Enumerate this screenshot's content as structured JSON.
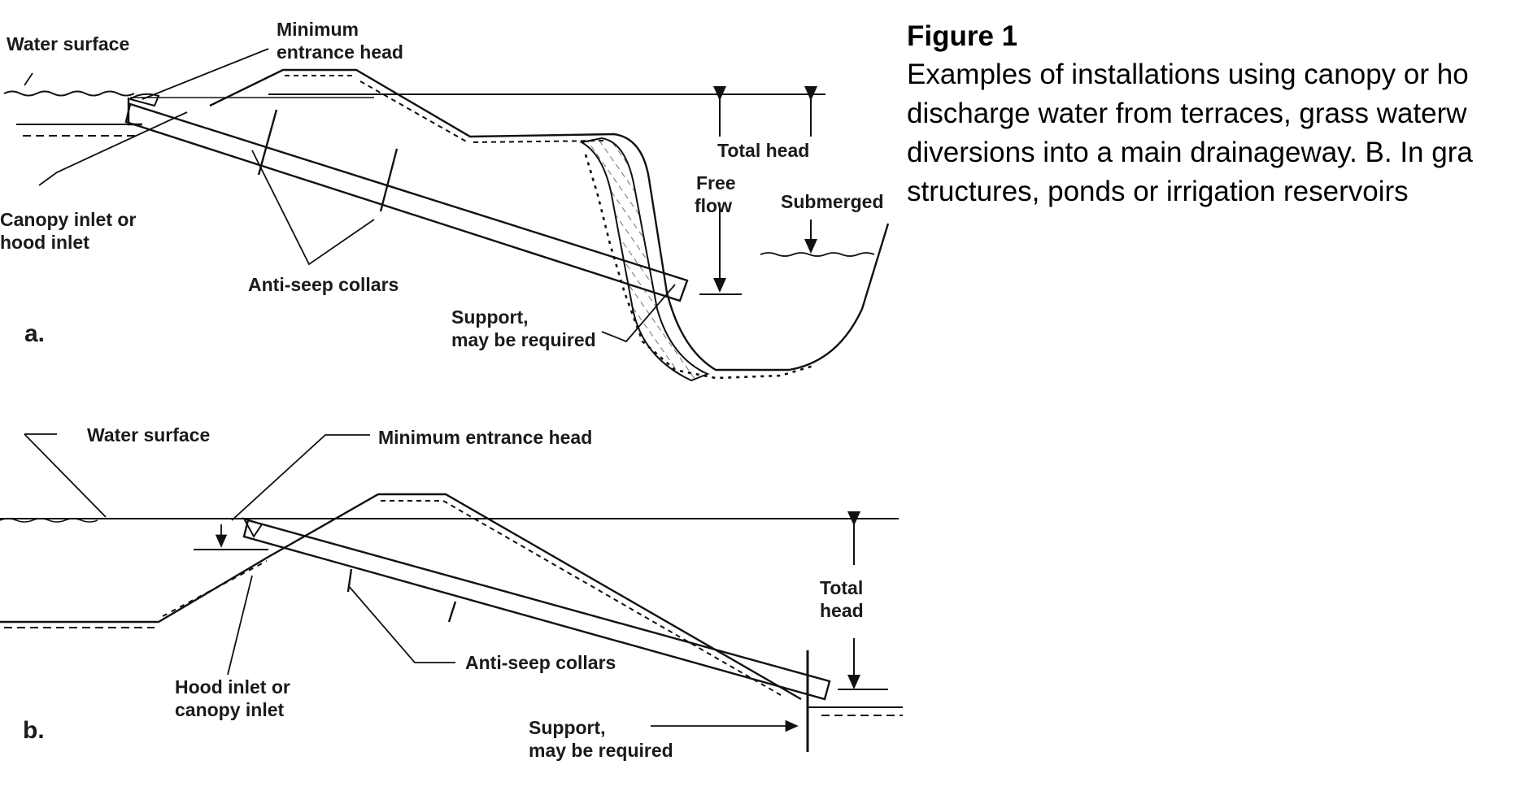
{
  "figure": {
    "title": "Figure 1",
    "caption_lines": [
      "Examples of installations using canopy or ho",
      "discharge water from terraces, grass waterw",
      "diversions into a main drainageway. B. In gra",
      "structures, ponds or irrigation reservoirs"
    ]
  },
  "panel_a": {
    "panel_label": "a.",
    "water_surface": "Water surface",
    "min_entrance_head": [
      "Minimum",
      "entrance head"
    ],
    "total_head": "Total head",
    "free_flow": [
      "Free",
      "flow"
    ],
    "submerged": "Submerged",
    "inlet": [
      "Canopy inlet or",
      "hood inlet"
    ],
    "anti_seep": "Anti-seep collars",
    "support": [
      "Support,",
      "may be required"
    ]
  },
  "panel_b": {
    "panel_label": "b.",
    "water_surface": "Water surface",
    "min_entrance_head": "Minimum entrance head",
    "total_head": [
      "Total",
      "head"
    ],
    "inlet": [
      "Hood inlet or",
      "canopy inlet"
    ],
    "anti_seep": "Anti-seep collars",
    "support": [
      "Support,",
      "may be required"
    ]
  }
}
